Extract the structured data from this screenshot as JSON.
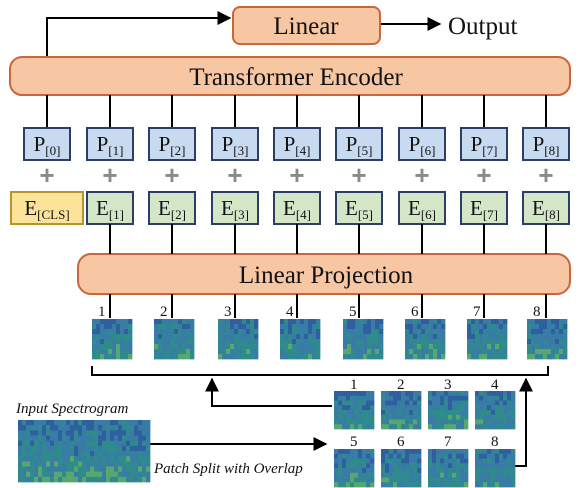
{
  "top": {
    "linear_label": "Linear",
    "output_label": "Output"
  },
  "encoder": {
    "label": "Transformer Encoder"
  },
  "projection": {
    "label": "Linear Projection"
  },
  "position_tokens": [
    {
      "base": "P",
      "sub": "[0]"
    },
    {
      "base": "P",
      "sub": "[1]"
    },
    {
      "base": "P",
      "sub": "[2]"
    },
    {
      "base": "P",
      "sub": "[3]"
    },
    {
      "base": "P",
      "sub": "[4]"
    },
    {
      "base": "P",
      "sub": "[5]"
    },
    {
      "base": "P",
      "sub": "[6]"
    },
    {
      "base": "P",
      "sub": "[7]"
    },
    {
      "base": "P",
      "sub": "[8]"
    }
  ],
  "embedding_tokens": [
    {
      "base": "E",
      "sub": "[CLS]"
    },
    {
      "base": "E",
      "sub": "[1]"
    },
    {
      "base": "E",
      "sub": "[2]"
    },
    {
      "base": "E",
      "sub": "[3]"
    },
    {
      "base": "E",
      "sub": "[4]"
    },
    {
      "base": "E",
      "sub": "[5]"
    },
    {
      "base": "E",
      "sub": "[6]"
    },
    {
      "base": "E",
      "sub": "[7]"
    },
    {
      "base": "E",
      "sub": "[8]"
    }
  ],
  "plus_sign": "+",
  "patch_numbers": [
    "1",
    "2",
    "3",
    "4",
    "5",
    "6",
    "7",
    "8"
  ],
  "grid_numbers_top": [
    "1",
    "2",
    "3",
    "4"
  ],
  "grid_numbers_bottom": [
    "5",
    "6",
    "7",
    "8"
  ],
  "captions": {
    "input": "Input Spectrogram",
    "split": "Patch Split with Overlap"
  },
  "colors": {
    "orange_fill": "#f7c6a3",
    "orange_stroke": "#c9663b",
    "blue_fill": "#c7daf0",
    "blue_stroke": "#2c3e66",
    "green_fill": "#d3e6c8",
    "green_stroke": "#2c3e66",
    "yellow_fill": "#fbe49a",
    "plus_color": "#8a8a8a",
    "spec_dark": "#2f5f9e",
    "spec_mid": "#2f8f8a",
    "spec_light": "#8fd14f"
  }
}
